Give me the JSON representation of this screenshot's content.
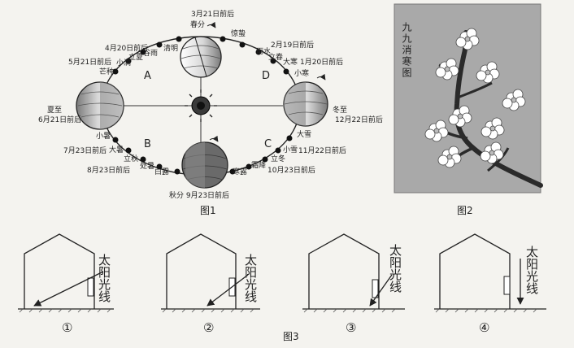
{
  "fig1": {
    "caption": "图1",
    "top": {
      "date": "3月21日前后",
      "term": "春分"
    },
    "bottom": {
      "date": "秋分 9月23日前后"
    },
    "left": {
      "term": "夏至",
      "date": "6月21日前后"
    },
    "right": {
      "term": "冬至",
      "date": "12月22日前后"
    },
    "sections": [
      "A",
      "B",
      "C",
      "D"
    ],
    "upper_left_terms": [
      "清明",
      "谷雨",
      "立夏",
      "小满",
      "芒种"
    ],
    "upper_left_dates": [
      "4月20日前后",
      "5月21日前后"
    ],
    "upper_right_terms": [
      "惊蛰",
      "雨水",
      "立春",
      "大寒",
      "小寒"
    ],
    "upper_right_dates": [
      "2月19日前后",
      "1月20日前后"
    ],
    "lower_left_terms": [
      "小暑",
      "大暑",
      "立秋",
      "处暑",
      "白露"
    ],
    "lower_left_dates": [
      "7月23日前后",
      "8月23日前后"
    ],
    "lower_right_terms": [
      "大雪",
      "小雪",
      "立冬",
      "霜降",
      "寒露"
    ],
    "lower_right_dates": [
      "11月22日前后",
      "10月23日前后"
    ]
  },
  "fig2": {
    "caption": "图2",
    "title": "九九消寒图"
  },
  "fig3": {
    "caption": "图3",
    "sun_label": "太阳光线",
    "numbers": [
      "①",
      "②",
      "③",
      "④"
    ]
  }
}
